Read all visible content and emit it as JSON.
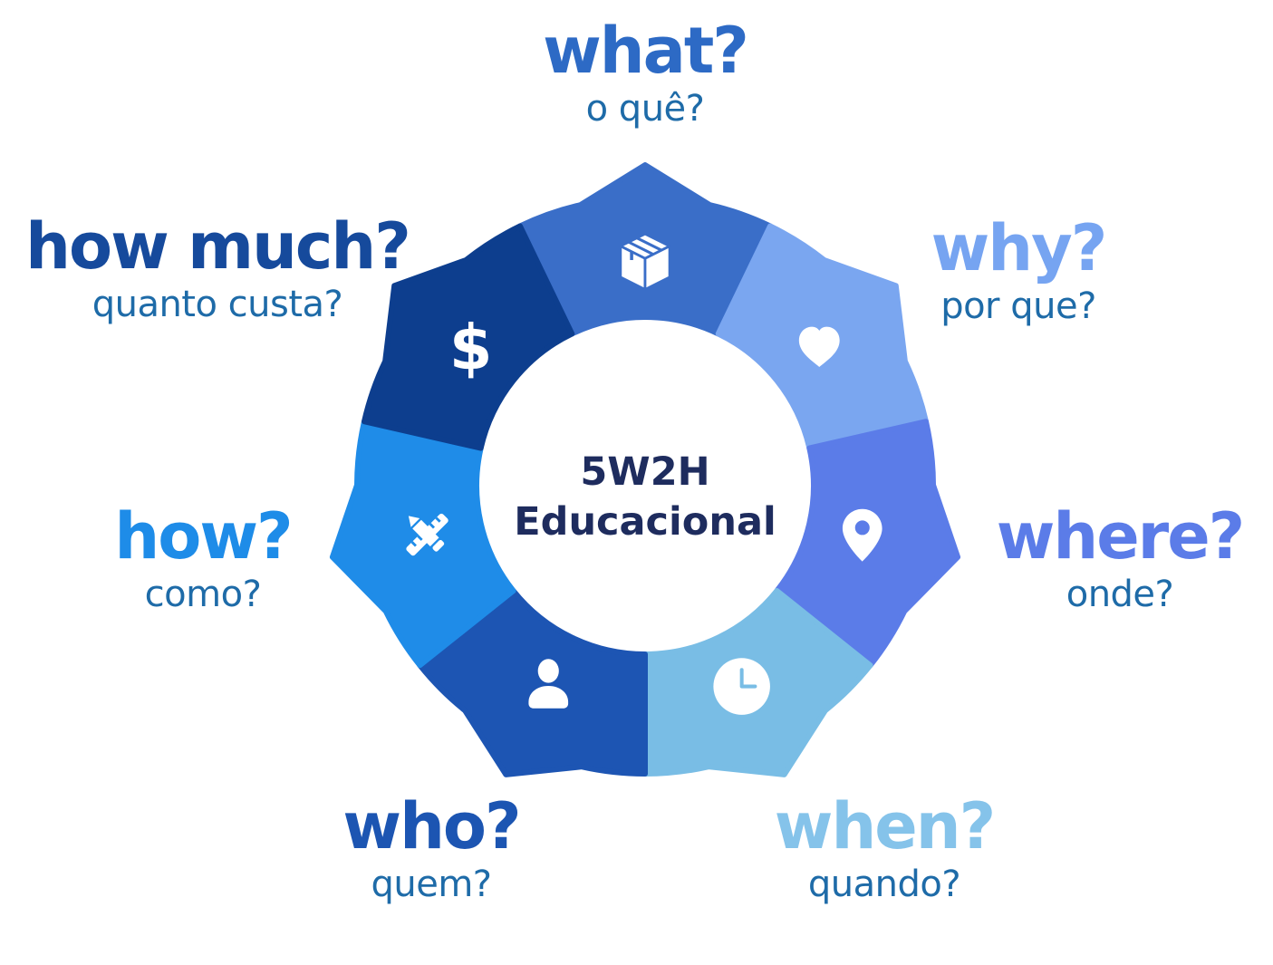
{
  "center": {
    "title_line1": "5W2H",
    "title_line2": "Educacional",
    "color": "#1e2c5e"
  },
  "subtitle_color": "#1e6ba8",
  "background_color": "#ffffff",
  "items": [
    {
      "id": "what",
      "question": "what?",
      "translation": "o quê?",
      "segment_color": "#3a6ec8",
      "question_color": "#2d6ac5",
      "icon": "box"
    },
    {
      "id": "why",
      "question": "why?",
      "translation": "por que?",
      "segment_color": "#7aa6f0",
      "question_color": "#76a4f1",
      "icon": "heart"
    },
    {
      "id": "where",
      "question": "where?",
      "translation": "onde?",
      "segment_color": "#5b7ce8",
      "question_color": "#5b7ce8",
      "icon": "map-pin"
    },
    {
      "id": "when",
      "question": "when?",
      "translation": "quando?",
      "segment_color": "#79bde5",
      "question_color": "#85c3ea",
      "icon": "clock"
    },
    {
      "id": "who",
      "question": "who?",
      "translation": "quem?",
      "segment_color": "#1d55b3",
      "question_color": "#1c55b2",
      "icon": "person"
    },
    {
      "id": "how",
      "question": "how?",
      "translation": "como?",
      "segment_color": "#1f8ce8",
      "question_color": "#1e8ce8",
      "icon": "pencil-ruler"
    },
    {
      "id": "how_much",
      "question": "how much?",
      "translation": "quanto custa?",
      "segment_color": "#0d3e8e",
      "question_color": "#164a9c",
      "icon": "dollar"
    }
  ]
}
